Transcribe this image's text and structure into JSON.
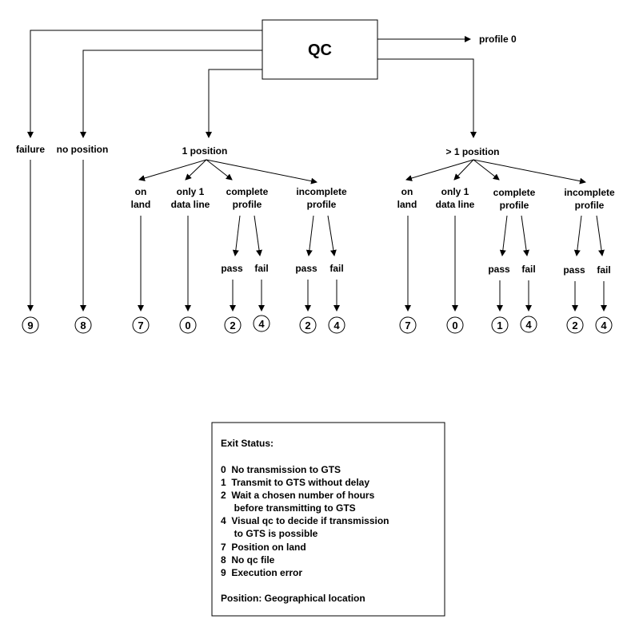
{
  "root": {
    "label": "QC",
    "profile0": "profile 0"
  },
  "top_branches": {
    "failure": "failure",
    "no_position": "no position",
    "one_position": "1 position",
    "more_position": "> 1 position"
  },
  "sub": {
    "on_land": [
      "on",
      "land"
    ],
    "only_one": [
      "only 1",
      "data line"
    ],
    "complete": [
      "complete",
      "profile"
    ],
    "incomplete": [
      "incomplete",
      "profile"
    ],
    "pass": "pass",
    "fail": "fail"
  },
  "exits": {
    "failure": "9",
    "no_position": "8",
    "p1_on_land": "7",
    "p1_only_one": "0",
    "p1_complete_pass": "2",
    "p1_complete_fail": "4",
    "p1_incomplete_pass": "2",
    "p1_incomplete_fail": "4",
    "pm_on_land": "7",
    "pm_only_one": "0",
    "pm_complete_pass": "1",
    "pm_complete_fail": "4",
    "pm_incomplete_pass": "2",
    "pm_incomplete_fail": "4"
  },
  "legend": {
    "title": "Exit Status:",
    "lines": [
      "0  No transmission to GTS",
      "1  Transmit to GTS without delay",
      "2  Wait a chosen number of hours",
      "     before transmitting to GTS",
      "4  Visual qc to decide if transmission",
      "     to GTS is possible",
      "7  Position on land",
      "8  No qc file",
      "9  Execution error"
    ],
    "footer": "Position: Geographical location"
  }
}
